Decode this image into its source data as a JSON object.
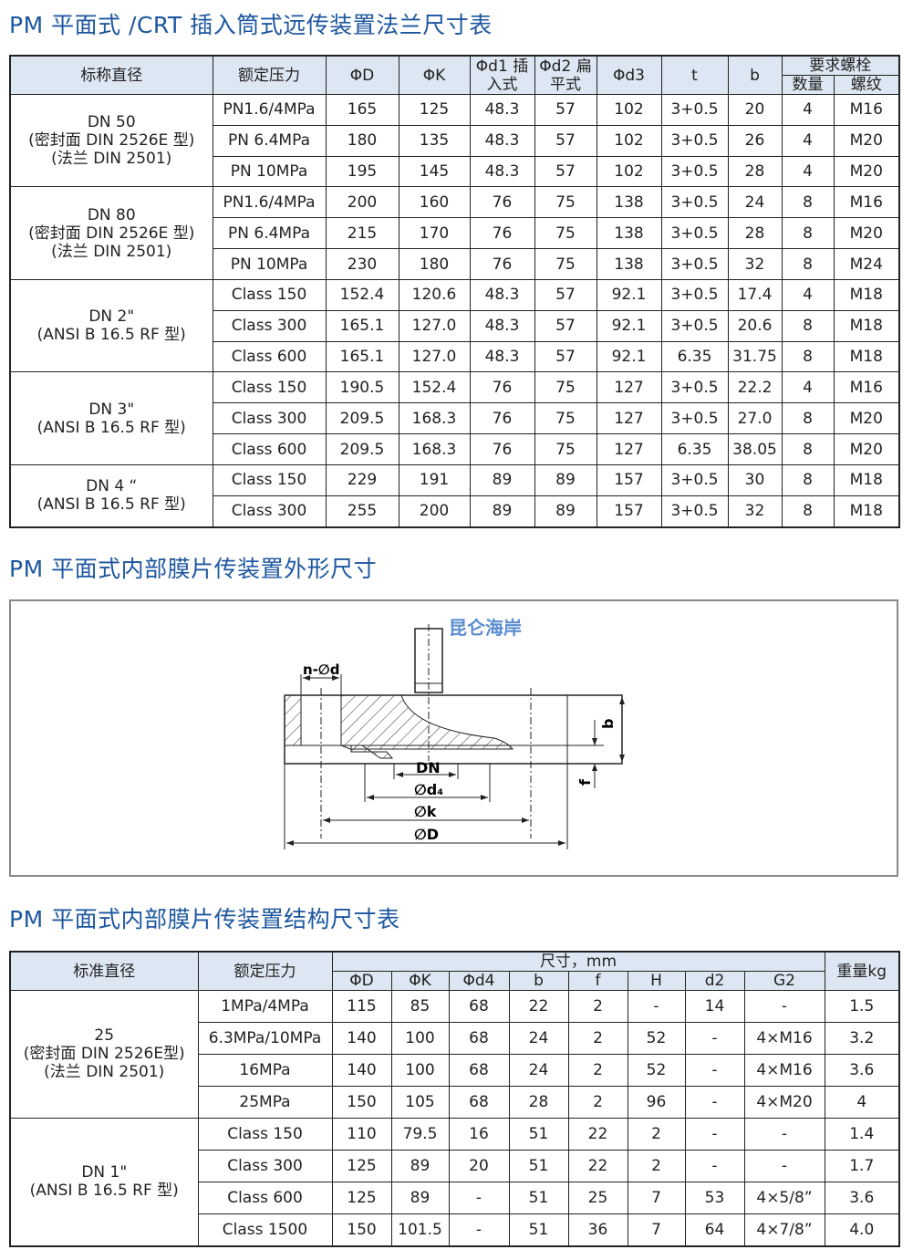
{
  "title1": "PM 平面式 /CRT 插入筒式远传装置法兰尺寸表",
  "title2": "PM 平面式内部膜片传装置外形尺寸",
  "title3": "PM 平面式内部膜片传装置结构尺寸表",
  "table1": {
    "headers": [
      "标称直径",
      "额定压力",
      "ΦD",
      "ΦK",
      "Φd1 插入式",
      "Φd2 扁平式",
      "Φd3",
      "t",
      "b",
      "要求螺栓",
      "数量",
      "螺纹"
    ],
    "groups": [
      {
        "label": [
          "DN 50",
          "(密封面 DIN 2526E 型)",
          "(法兰 DIN 2501)"
        ],
        "rows": [
          [
            "PN1.6/4MPa",
            "165",
            "125",
            "48.3",
            "57",
            "102",
            "3+0.5",
            "20",
            "4",
            "M16"
          ],
          [
            "PN 6.4MPa",
            "180",
            "135",
            "48.3",
            "57",
            "102",
            "3+0.5",
            "26",
            "4",
            "M20"
          ],
          [
            "PN 10MPa",
            "195",
            "145",
            "48.3",
            "57",
            "102",
            "3+0.5",
            "28",
            "4",
            "M20"
          ]
        ]
      },
      {
        "label": [
          "DN 80",
          "(密封面 DIN 2526E 型)",
          "(法兰 DIN 2501)"
        ],
        "rows": [
          [
            "PN1.6/4MPa",
            "200",
            "160",
            "76",
            "75",
            "138",
            "3+0.5",
            "24",
            "8",
            "M16"
          ],
          [
            "PN 6.4MPa",
            "215",
            "170",
            "76",
            "75",
            "138",
            "3+0.5",
            "28",
            "8",
            "M20"
          ],
          [
            "PN 10MPa",
            "230",
            "180",
            "76",
            "75",
            "138",
            "3+0.5",
            "32",
            "8",
            "M24"
          ]
        ]
      },
      {
        "label": [
          "DN 2\"",
          "(ANSI B 16.5 RF 型)"
        ],
        "rows": [
          [
            "Class 150",
            "152.4",
            "120.6",
            "48.3",
            "57",
            "92.1",
            "3+0.5",
            "17.4",
            "4",
            "M18"
          ],
          [
            "Class 300",
            "165.1",
            "127.0",
            "48.3",
            "57",
            "92.1",
            "3+0.5",
            "20.6",
            "8",
            "M18"
          ],
          [
            "Class 600",
            "165.1",
            "127.0",
            "48.3",
            "57",
            "92.1",
            "6.35",
            "31.75",
            "8",
            "M18"
          ]
        ]
      },
      {
        "label": [
          "DN 3\"",
          "(ANSI B 16.5 RF 型)"
        ],
        "rows": [
          [
            "Class 150",
            "190.5",
            "152.4",
            "76",
            "75",
            "127",
            "3+0.5",
            "22.2",
            "4",
            "M16"
          ],
          [
            "Class 300",
            "209.5",
            "168.3",
            "76",
            "75",
            "127",
            "3+0.5",
            "27.0",
            "8",
            "M20"
          ],
          [
            "Class 600",
            "209.5",
            "168.3",
            "76",
            "75",
            "127",
            "6.35",
            "38.05",
            "8",
            "M20"
          ]
        ]
      },
      {
        "label": [
          "DN 4 “",
          "(ANSI B 16.5 RF 型)"
        ],
        "rows": [
          [
            "Class 150",
            "229",
            "191",
            "89",
            "89",
            "157",
            "3+0.5",
            "30",
            "8",
            "M18"
          ],
          [
            "Class 300",
            "255",
            "200",
            "89",
            "89",
            "157",
            "3+0.5",
            "32",
            "8",
            "M18"
          ]
        ]
      }
    ]
  },
  "diagram": {
    "logo": "昆仑海岸",
    "labels": {
      "nd": "n-∅d",
      "dn": "DN",
      "d4": "∅d₄",
      "k": "∅k",
      "D": "∅D",
      "b": "b",
      "f": "f"
    }
  },
  "table2": {
    "headers": [
      "标准直径",
      "额定压力",
      "尺寸，mm",
      "重量kg",
      "ΦD",
      "ΦK",
      "Φd4",
      "b",
      "f",
      "H",
      "d2",
      "G2"
    ],
    "groups": [
      {
        "label": [
          "25",
          "(密封面 DIN 2526E型)",
          "(法兰 DIN 2501)"
        ],
        "rows": [
          [
            "1MPa/4MPa",
            "115",
            "85",
            "68",
            "22",
            "2",
            "-",
            "14",
            "-",
            "1.5"
          ],
          [
            "6.3MPa/10MPa",
            "140",
            "100",
            "68",
            "24",
            "2",
            "52",
            "-",
            "4×M16",
            "3.2"
          ],
          [
            "16MPa",
            "140",
            "100",
            "68",
            "24",
            "2",
            "52",
            "-",
            "4×M16",
            "3.6"
          ],
          [
            "25MPa",
            "150",
            "105",
            "68",
            "28",
            "2",
            "96",
            "-",
            "4×M20",
            "4"
          ]
        ]
      },
      {
        "label": [
          "DN 1\"",
          "(ANSI B 16.5 RF 型)"
        ],
        "rows": [
          [
            "Class 150",
            "110",
            "79.5",
            "16",
            "51",
            "22",
            "2",
            "-",
            "-",
            "1.4"
          ],
          [
            "Class 300",
            "125",
            "89",
            "20",
            "51",
            "22",
            "2",
            "-",
            "-",
            "1.7"
          ],
          [
            "Class 600",
            "125",
            "89",
            "-",
            "51",
            "25",
            "7",
            "53",
            "4×5/8”",
            "3.6"
          ],
          [
            "Class 1500",
            "150",
            "101.5",
            "-",
            "51",
            "36",
            "7",
            "64",
            "4×7/8”",
            "4.0"
          ]
        ]
      }
    ]
  }
}
